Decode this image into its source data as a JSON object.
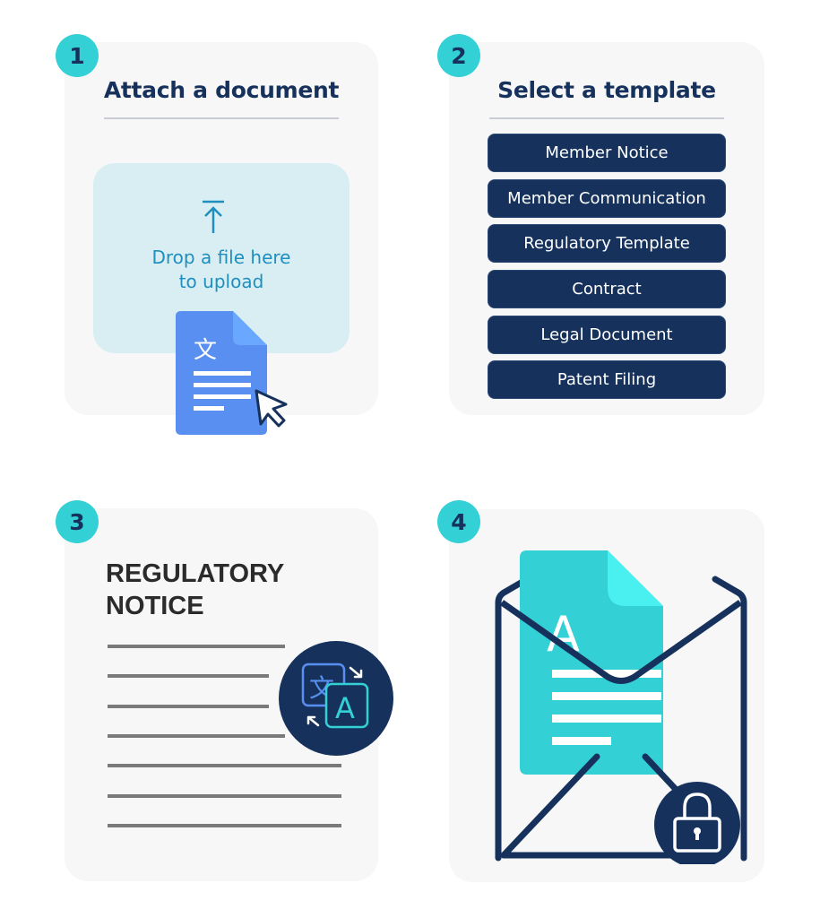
{
  "steps": [
    {
      "number": "1",
      "title": "Attach a document",
      "dropzone": {
        "icon": "upload-icon",
        "text_line1": "Drop a file here",
        "text_line2": "to upload"
      },
      "document_icon": "translate-document-icon",
      "cursor_icon": "mouse-pointer-icon"
    },
    {
      "number": "2",
      "title": "Select a template",
      "templates": [
        "Member Notice",
        "Member Communication",
        "Regulatory Template",
        "Contract",
        "Legal Document",
        "Patent Filing"
      ]
    },
    {
      "number": "3",
      "title_line1": "REGULATORY",
      "title_line2": "NOTICE",
      "translate_icon": "language-translate-icon",
      "translate_glyphs": {
        "source": "文",
        "target": "A"
      }
    },
    {
      "number": "4",
      "document_glyph": "A",
      "envelope_icon": "open-envelope-icon",
      "lock_icon": "padlock-icon"
    }
  ],
  "colors": {
    "navy": "#16325c",
    "teal": "#33d0d6",
    "teal_light": "#4af0f0",
    "card_bg": "#f7f7f8",
    "dropzone_bg": "#d9eef2",
    "upload_blue": "#1e8fbf",
    "doc_blue": "#588ff0",
    "line_gray": "#7a7a7a"
  }
}
